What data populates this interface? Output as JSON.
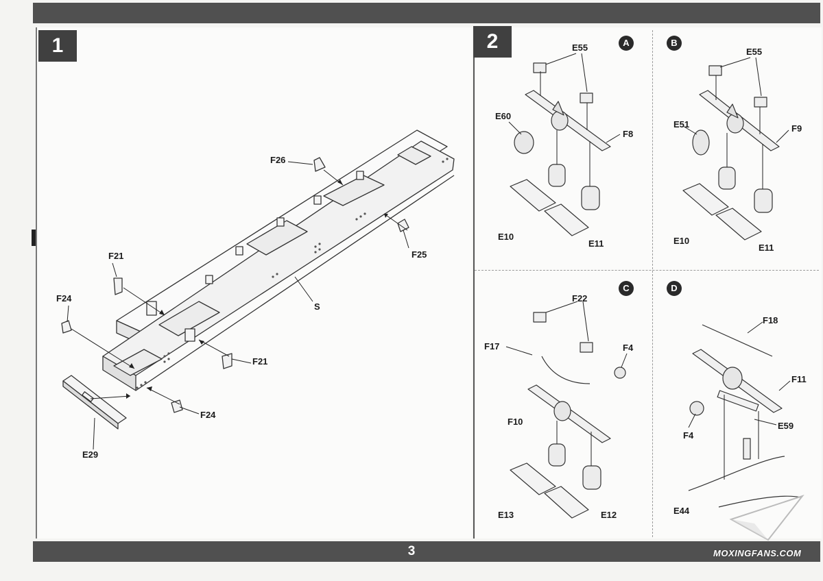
{
  "page_number": "3",
  "watermark": "MOXINGFANS.COM",
  "step1": {
    "number": "1",
    "labels": {
      "f26": "F26",
      "f25": "F25",
      "f21a": "F21",
      "f21b": "F21",
      "f24a": "F24",
      "f24b": "F24",
      "s": "S",
      "e29": "E29"
    }
  },
  "step2": {
    "number": "2",
    "sub": {
      "a": {
        "badge": "A",
        "labels": {
          "e55": "E55",
          "e60": "E60",
          "f8": "F8",
          "e10": "E10",
          "e11": "E11"
        }
      },
      "b": {
        "badge": "B",
        "labels": {
          "e55": "E55",
          "e51": "E51",
          "f9": "F9",
          "e10": "E10",
          "e11": "E11"
        }
      },
      "c": {
        "badge": "C",
        "labels": {
          "f22": "F22",
          "f17": "F17",
          "f4": "F4",
          "f10": "F10",
          "e13": "E13",
          "e12": "E12"
        }
      },
      "d": {
        "badge": "D",
        "labels": {
          "f18": "F18",
          "f11": "F11",
          "f4": "F4",
          "e59": "E59",
          "e44": "E44"
        }
      }
    }
  }
}
